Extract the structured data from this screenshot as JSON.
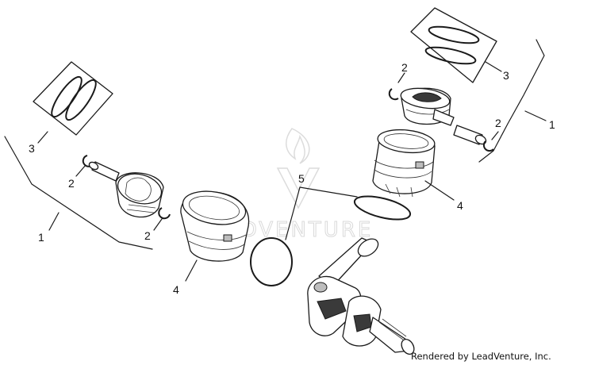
{
  "callouts": {
    "label_1_left": "1",
    "label_1_right": "1",
    "label_2_left_upper": "2",
    "label_2_left_lower": "2",
    "label_2_right_upper": "2",
    "label_2_right_lower": "2",
    "label_3_left": "3",
    "label_3_right": "3",
    "label_4_left": "4",
    "label_4_right": "4",
    "label_5": "5"
  },
  "watermark": {
    "text": "LEADVENTURE",
    "icon": "flame-v-logo"
  },
  "credit": "Rendered by LeadVenture, Inc.",
  "colors": {
    "line": "#1a1a1a",
    "watermark": "#d9d9d9",
    "background": "#ffffff"
  }
}
